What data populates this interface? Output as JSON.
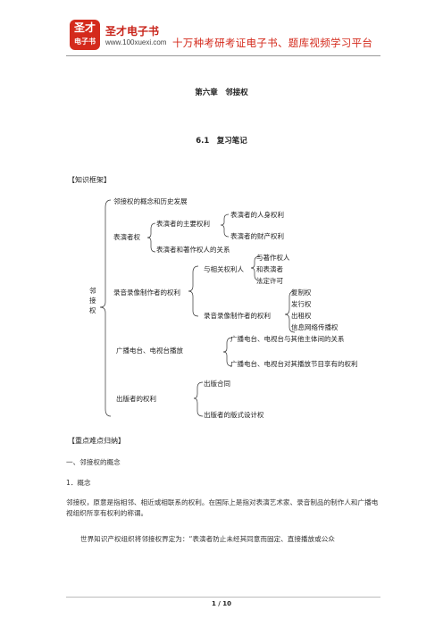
{
  "header": {
    "logo_line1": "圣才",
    "logo_line2": "电子书",
    "brand_name": "圣才电子书",
    "brand_url": "www.100xuexi.com",
    "slogan": "十万种考研考证电子书、题库视频学习平台"
  },
  "chapter_title": "第六章　邻接权",
  "section_title": "6.1　复习笔记",
  "framework_label": "【知识框架】",
  "mindmap": {
    "root": "邻接权",
    "n1": "邻接权的概念和历史发展",
    "n2": "表演者权",
    "n2a": "表演者的主要权利",
    "n2a1": "表演者的人身权利",
    "n2a2": "表演者的财产权利",
    "n2b": "表演者和著作权人的关系",
    "n3": "录音录像制作者的权利",
    "n3a": "与相关权利人",
    "n3a1": "与著作权人",
    "n3a2": "和表演者",
    "n3a3": "法定许可",
    "n3b": "录音录像制作者的权利",
    "n3b1": "复制权",
    "n3b2": "发行权",
    "n3b3": "出租权",
    "n3b4": "信息网络传播权",
    "n4": "广播电台、电视台播放",
    "n4a": "广播电台、电视台与其他主体间的关系",
    "n4b": "广播电台、电视台对其播放节目享有的权利",
    "n5": "出版者的权利",
    "n5a": "出版合同",
    "n5b": "出版者的版式设计权"
  },
  "key_points_label": "【重点难点归纳】",
  "heading_1": "一、邻接权的概念",
  "heading_2": "1．概念",
  "para_1": "邻接权，原意是指相邻、相近或相联系的权利。在国际上是指对表演艺术家、录音制品的制作人和广播电视组织所享有权利的称谓。",
  "para_2": "世界知识产权组织将邻接权界定为：“表演者防止未经其同意而固定、直接播放或公众",
  "page_number": "1 / 10"
}
